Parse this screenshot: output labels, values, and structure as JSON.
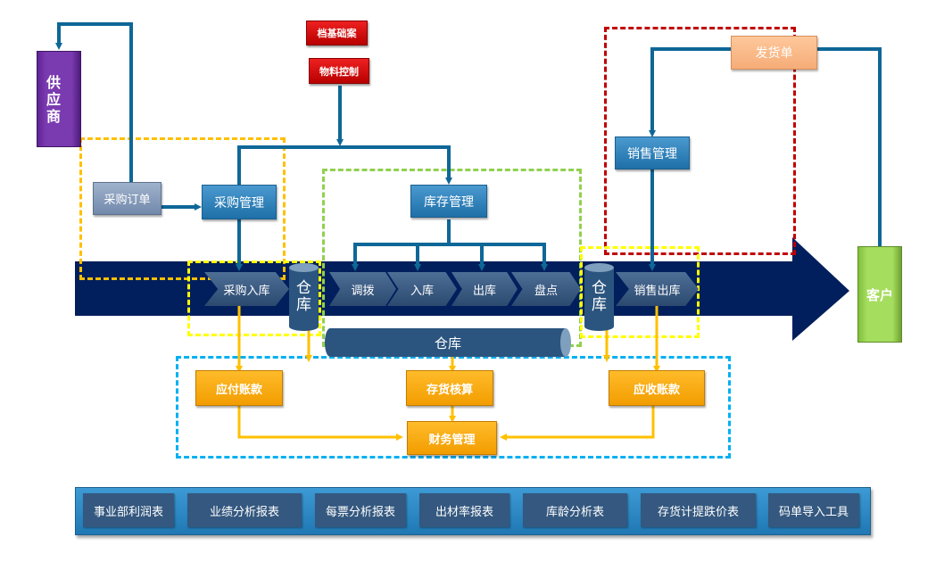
{
  "colors": {
    "flow_line": "#0e6797",
    "finance_line": "#ffc000",
    "main_arrow": "#001f5c",
    "purchase_zone": "#ffc000",
    "inventory_zone": "#92d050",
    "sales_zone": "#c00000",
    "inbound_zone": "#ffff00",
    "finance_zone": "#00b0f0"
  },
  "entities": {
    "supplier": "供应商",
    "customer": "客户"
  },
  "base": {
    "archive": "档基础案",
    "material_control": "物料控制"
  },
  "purchase": {
    "order": "采购订单",
    "management": "采购管理",
    "inbound": "采购入库"
  },
  "inventory": {
    "management": "库存管理",
    "steps": [
      "调拨",
      "入库",
      "出库",
      "盘点"
    ],
    "warehouse_main": "仓库"
  },
  "warehouse": {
    "left_line1": "仓",
    "left_line2": "库",
    "right_line1": "仓",
    "right_line2": "库"
  },
  "sales": {
    "delivery_note": "发货单",
    "management": "销售管理",
    "outbound": "销售出库"
  },
  "finance": {
    "payable": "应付账款",
    "inventory_accounting": "存货核算",
    "receivable": "应收账款",
    "management": "财务管理"
  },
  "reports": [
    "事业部利润表",
    "业绩分析报表",
    "每票分析报表",
    "出材率报表",
    "库龄分析表",
    "存货计提跌价表",
    "码单导入工具"
  ]
}
